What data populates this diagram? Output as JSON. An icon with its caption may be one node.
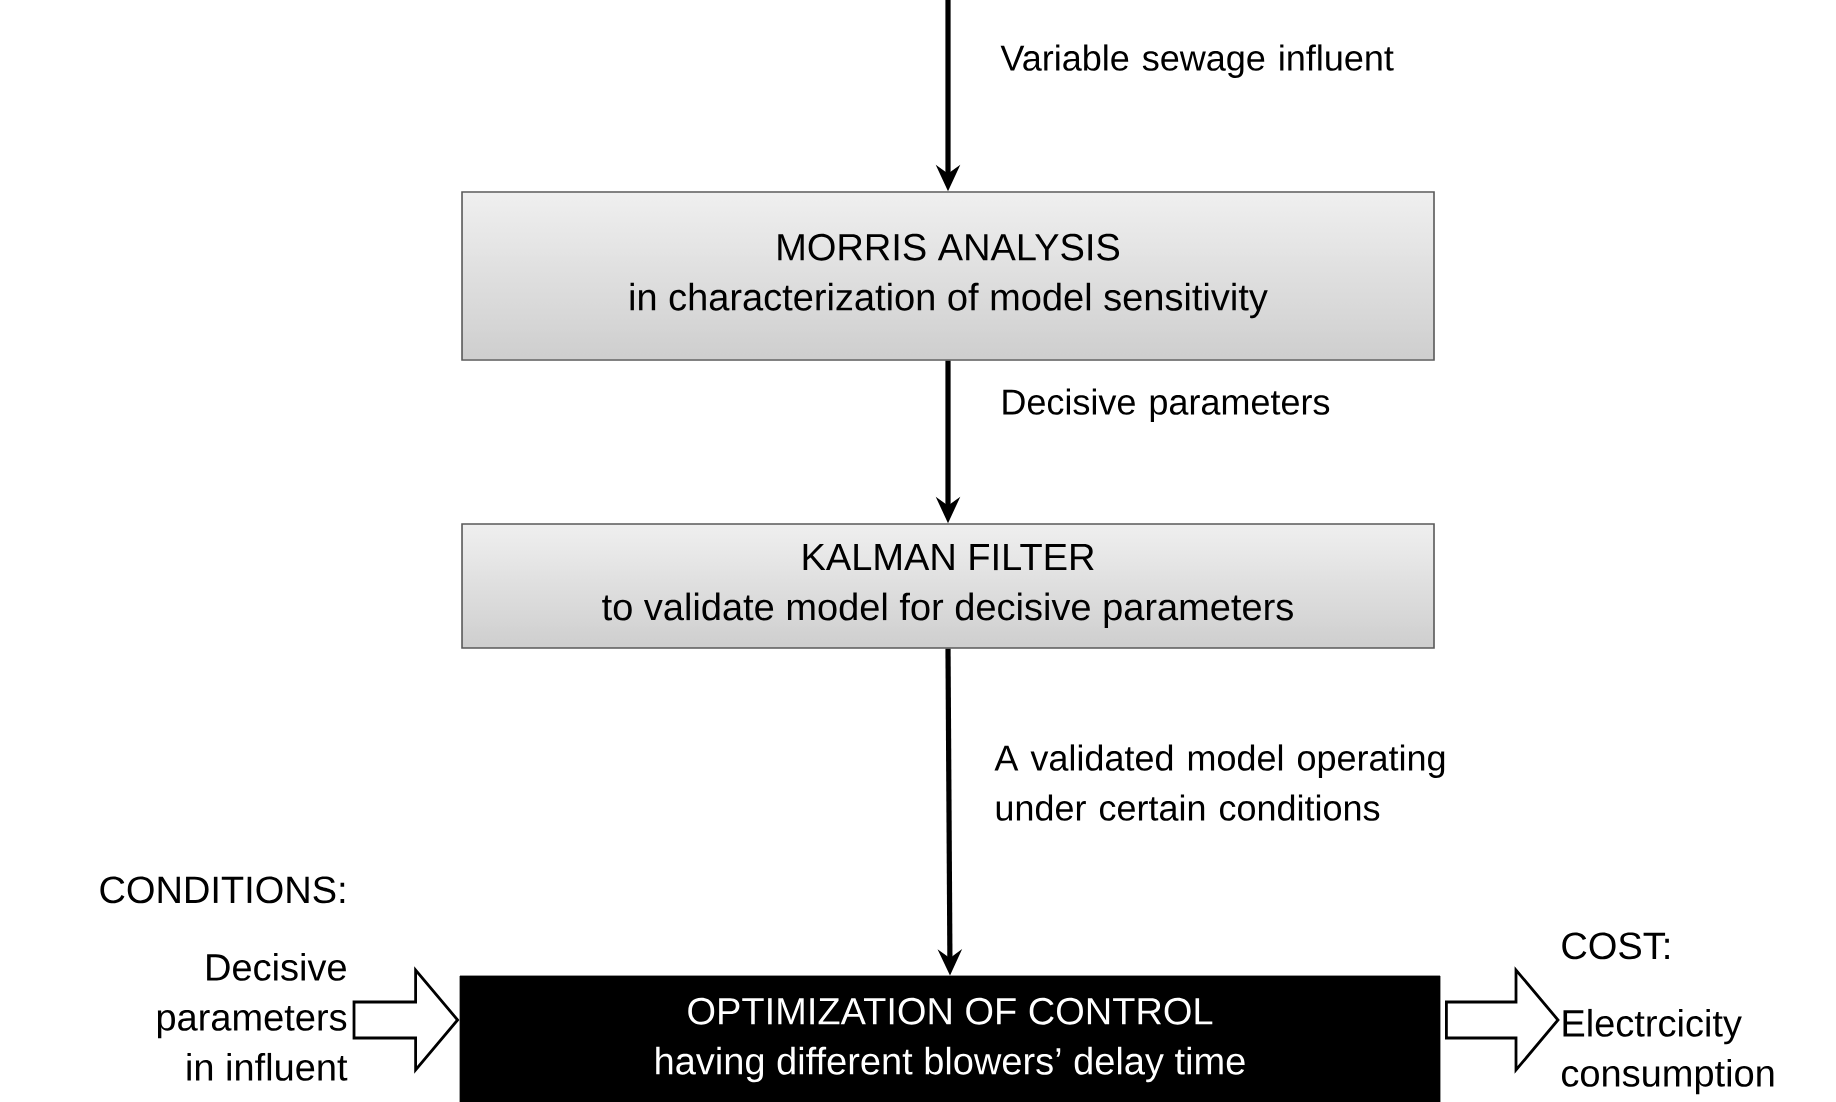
{
  "diagram": {
    "nodes": [
      {
        "text": [
          "MORRIS ANALYSIS",
          "in characterization of model sensitivity"
        ]
      },
      {
        "text": [
          "KALMAN FILTER",
          "to validate model for decisive parameters"
        ]
      },
      {
        "text": [
          "OPTIMIZATION OF CONTROL",
          "having different  blowers’ delay time"
        ]
      },
      {
        "text": [
          "CONDITIONS:",
          "Decisive parameters in influent"
        ]
      },
      {
        "text": [
          "COST:",
          "Electrcicity consumption"
        ]
      }
    ],
    "edges": [
      {
        "from": null,
        "to": 0,
        "arrow": "to",
        "label": "Variable sewage influent"
      },
      {
        "from": 0,
        "to": 1,
        "arrow": "to",
        "label": "Decisive parameters"
      },
      {
        "from": 1,
        "to": 2,
        "arrow": "to",
        "label": "A validated model operating under certain conditions"
      },
      {
        "from": 3,
        "to": 2,
        "arrow": "to"
      },
      {
        "from": 2,
        "to": 4,
        "arrow": "to"
      }
    ]
  }
}
